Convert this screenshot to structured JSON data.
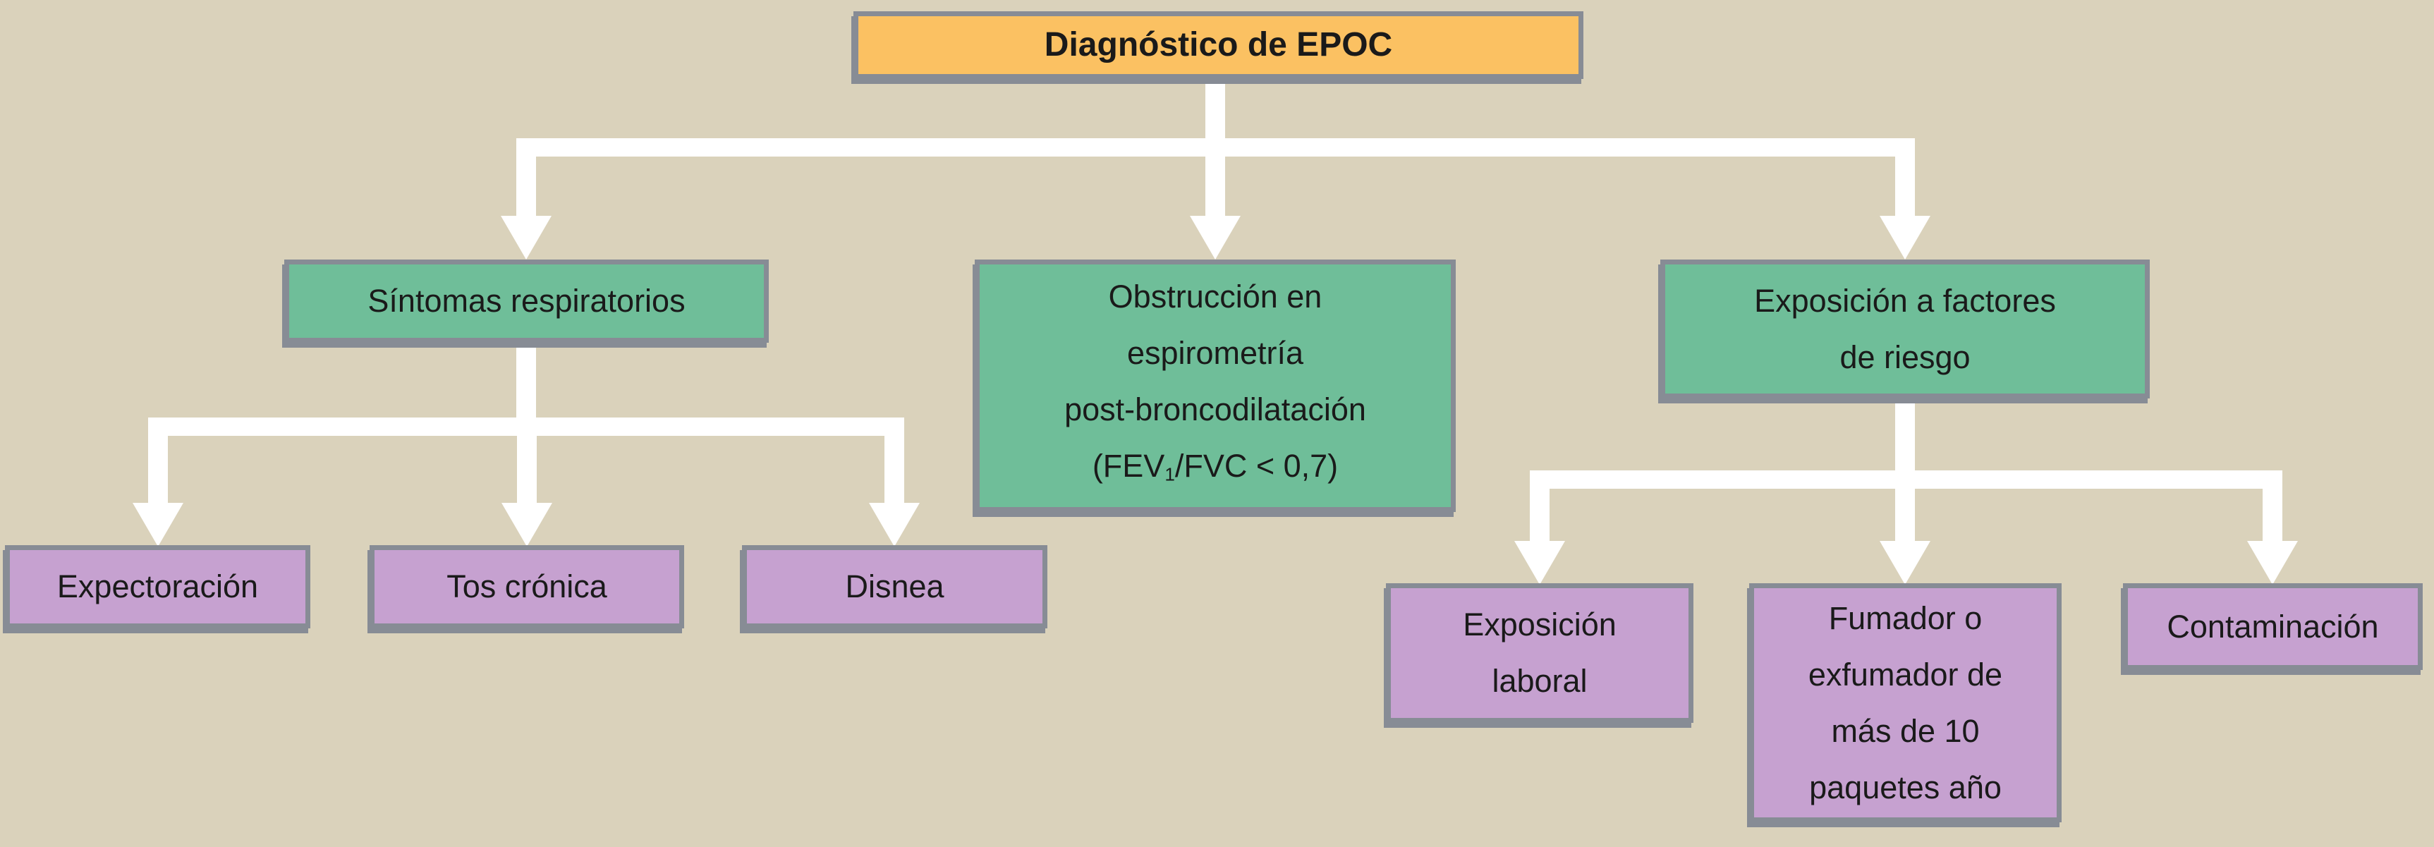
{
  "palette": {
    "bg": "#DAD2BB",
    "border": "#878C95",
    "connector": "#FFFFFF",
    "text": "#1A1A1A",
    "root-fill": "#FBC162",
    "branch-fill": "#6FBE99",
    "leaf-fill": "#C6A1D0"
  },
  "root": {
    "label": "Diagnóstico de EPOC"
  },
  "branches": [
    {
      "lines": [
        "Síntomas respiratorios"
      ]
    },
    {
      "lines": [
        "Obstrucción en",
        "espirometría",
        "post-broncodilatación"
      ],
      "fev": {
        "pre": "(FEV",
        "sub": "1",
        "post": "/FVC < 0,7)"
      }
    },
    {
      "lines": [
        "Exposición a factores",
        "de riesgo"
      ]
    }
  ],
  "leaves": [
    {
      "lines": [
        "Expectoración"
      ]
    },
    {
      "lines": [
        "Tos crónica"
      ]
    },
    {
      "lines": [
        "Disnea"
      ]
    },
    {
      "lines": [
        "Exposición",
        "laboral"
      ]
    },
    {
      "lines": [
        "Fumador o",
        "exfumador de",
        "más de 10",
        "paquetes año"
      ]
    },
    {
      "lines": [
        "Contaminación"
      ]
    }
  ]
}
